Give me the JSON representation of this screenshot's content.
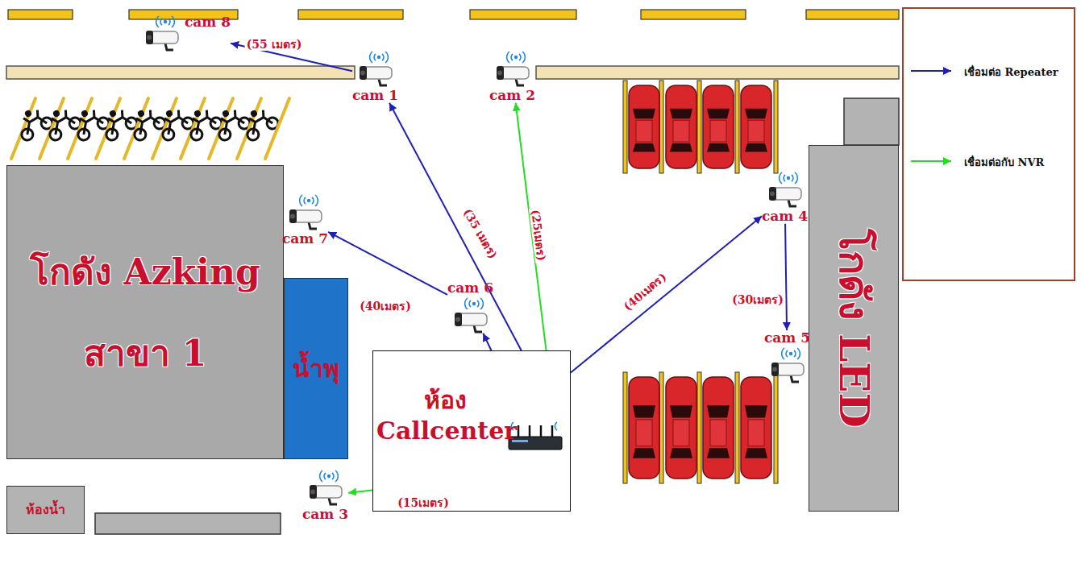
{
  "diagram": {
    "nodes": [
      {
        "text": [
          "cam 8"
        ]
      },
      {
        "text": [
          "cam 1"
        ]
      },
      {
        "text": [
          "cam 2"
        ]
      },
      {
        "text": [
          "โกดัง Azking",
          "สาขา 1"
        ]
      },
      {
        "text": [
          "cam 7"
        ]
      },
      {
        "text": [
          "cam 4"
        ]
      },
      {
        "text": [
          "น้ำพุ"
        ]
      },
      {
        "text": [
          "cam 6"
        ]
      },
      {
        "text": [
          "ห้อง Callcenter"
        ]
      },
      {
        "text": [
          "โกดัง LED"
        ]
      },
      {
        "text": [
          "cam 5"
        ]
      },
      {
        "text": [
          "ห้องน้ำ"
        ]
      },
      {
        "text": [
          "cam 3"
        ]
      }
    ],
    "edges": [
      {
        "from": 8,
        "to": 1,
        "arrow": "to",
        "label": "(35 เมตร)"
      },
      {
        "from": 8,
        "to": 2,
        "arrow": "to",
        "label": "(25เมตร)"
      },
      {
        "from": 8,
        "to": 5,
        "arrow": "to",
        "label": "(40เมตร)"
      },
      {
        "from": 8,
        "to": 7,
        "arrow": "to"
      },
      {
        "from": 8,
        "to": 12,
        "arrow": "to",
        "label": "(15เมตร)"
      },
      {
        "from": 7,
        "to": 4,
        "arrow": "to",
        "label": "(40เมตร)"
      },
      {
        "from": 1,
        "to": 0,
        "arrow": "to",
        "label": "(55 เมตร)"
      },
      {
        "from": 5,
        "to": 10,
        "arrow": "to",
        "label": "(30เมตร)"
      }
    ],
    "legend": [
      {
        "text": "เชื่อมต่อ Repeater"
      },
      {
        "text": "เชื่อมต่อกับ NVR"
      }
    ]
  }
}
